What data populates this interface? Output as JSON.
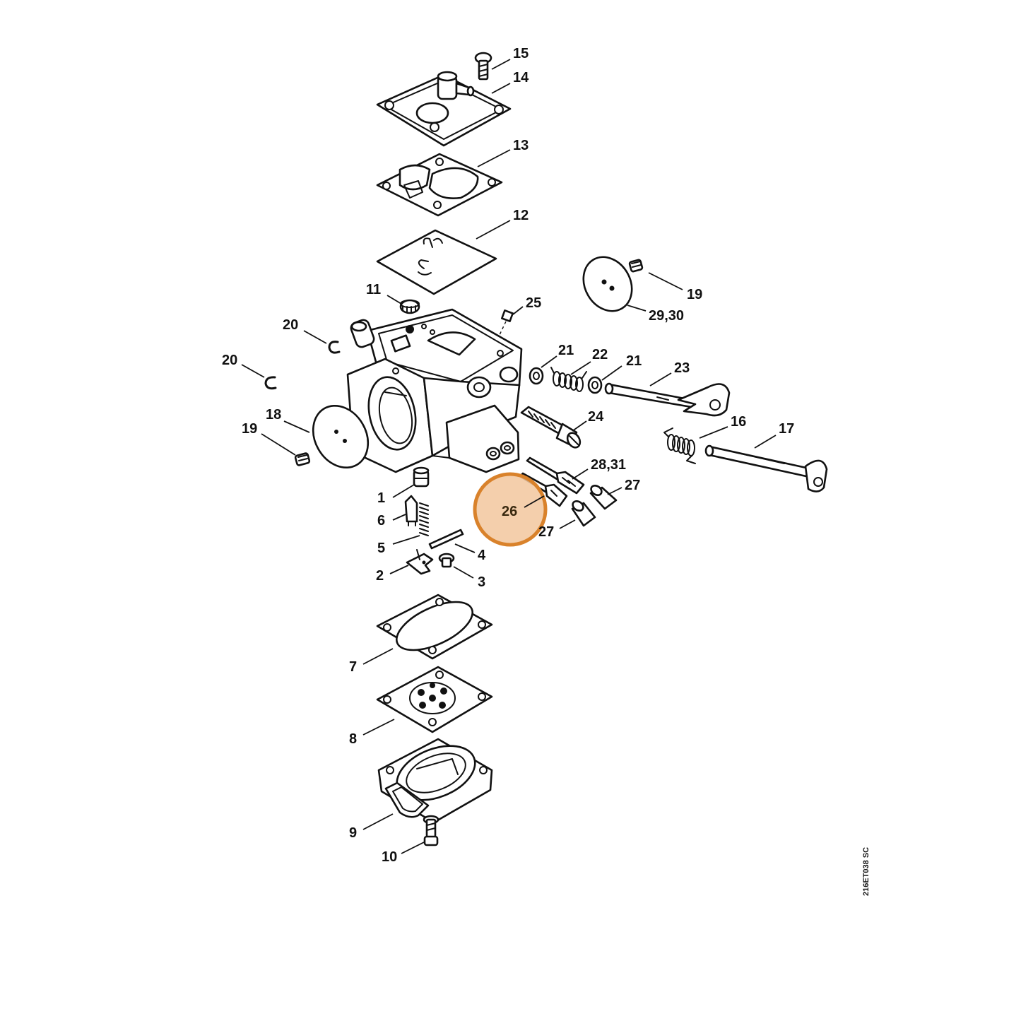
{
  "diagram": {
    "callouts": [
      "15",
      "14",
      "13",
      "12",
      "11",
      "25",
      "19",
      "29,30",
      "20",
      "20",
      "21",
      "22",
      "21",
      "23",
      "18",
      "19",
      "24",
      "16",
      "17",
      "28,31",
      "27",
      "1",
      "26",
      "6",
      "27",
      "5",
      "4",
      "2",
      "3",
      "7",
      "8",
      "9",
      "10"
    ],
    "highlight": {
      "label": "26",
      "color": "#d9822b",
      "fill": "#f2c79d"
    },
    "image_code": "216ET038 SC"
  }
}
